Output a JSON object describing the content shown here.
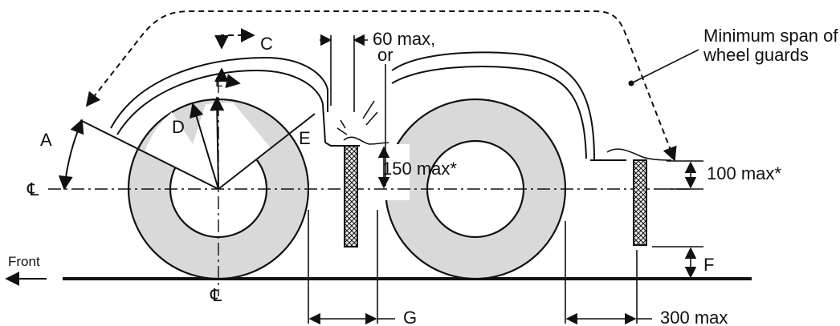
{
  "labels": {
    "a": "A",
    "c": "C",
    "l": "L",
    "d": "D",
    "e": "E",
    "f": "F",
    "g": "G",
    "max60": "60 max,",
    "or": "or",
    "max150": "150 max*",
    "max100": "100 max*",
    "max300": "300 max",
    "front": "Front",
    "cl_left": "℄",
    "cl_bottom": "℄",
    "span_line1": "Minimum span of",
    "span_line2": "wheel guards"
  },
  "colors": {
    "tyre": "#d9d9d9",
    "ink": "#111111",
    "background": "#ffffff"
  }
}
